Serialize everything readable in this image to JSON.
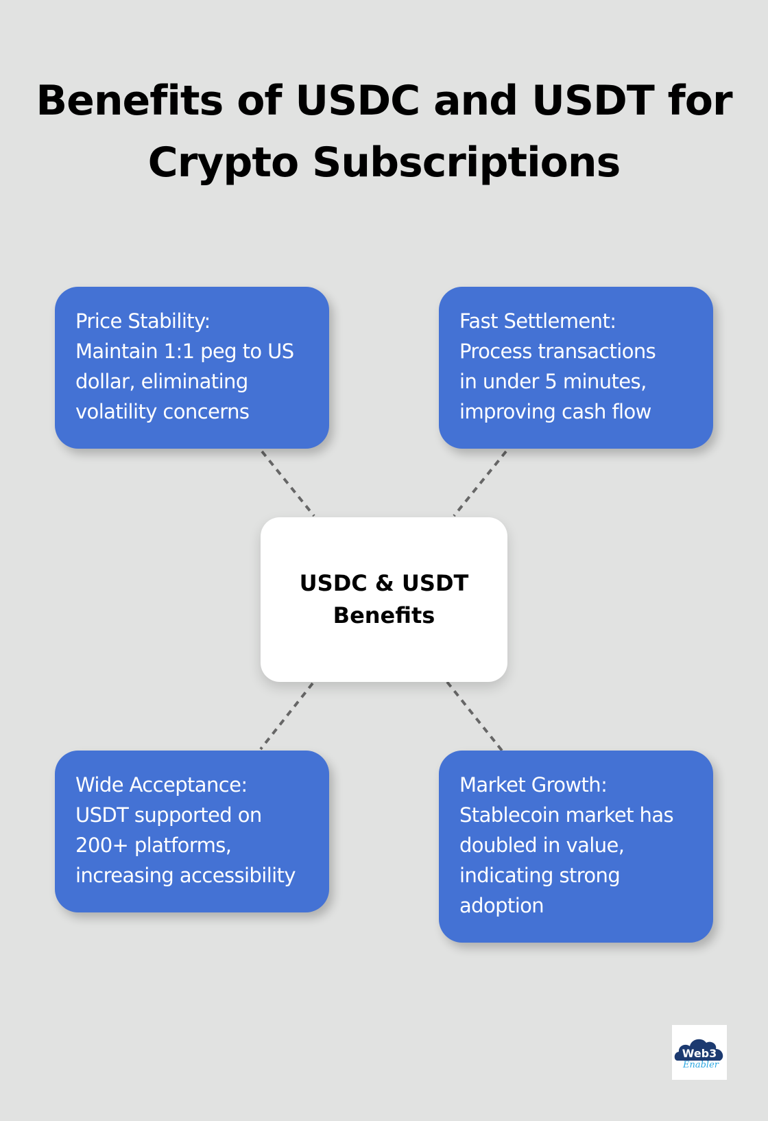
{
  "title": {
    "line1": "Benefits of USDC and USDT for",
    "line2": "Crypto Subscriptions"
  },
  "center": {
    "line1": "USDC & USDT",
    "line2": "Benefits"
  },
  "cards": [
    {
      "heading": "Price Stability:",
      "lines": [
        "Price Stability:",
        "Maintain 1:1 peg to US",
        "dollar, eliminating",
        "volatility concerns"
      ]
    },
    {
      "heading": "Fast Settlement:",
      "lines": [
        "Fast Settlement:",
        "Process transactions",
        "in under 5 minutes,",
        "improving cash flow"
      ]
    },
    {
      "heading": "Wide Acceptance:",
      "lines": [
        "Wide Acceptance:",
        "USDT supported on",
        "200+ platforms,",
        "increasing accessibility"
      ]
    },
    {
      "heading": "Market Growth:",
      "lines": [
        "Market Growth:",
        "Stablecoin market has",
        "doubled in value,",
        "indicating strong",
        "adoption"
      ]
    }
  ],
  "logo": {
    "top": "Web3",
    "bottom": "Enabler"
  },
  "colors": {
    "background": "#e1e2e1",
    "card_blue": "#4472d4",
    "center_white": "#ffffff",
    "connector": "#666666",
    "logo_navy": "#1c3a70",
    "logo_cyan": "#2aa6e0"
  }
}
